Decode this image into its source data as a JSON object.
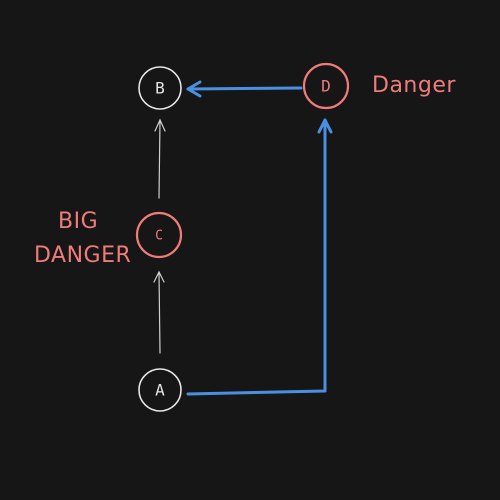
{
  "colors": {
    "background": "#161616",
    "neutral": "#e6e6e6",
    "danger": "#f07b7b",
    "flow": "#4a90e2"
  },
  "nodes": {
    "a": {
      "label": "A",
      "status": "neutral"
    },
    "b": {
      "label": "B",
      "status": "neutral"
    },
    "c": {
      "label": "C",
      "status": "danger"
    },
    "d": {
      "label": "D",
      "status": "danger"
    }
  },
  "annotations": {
    "big_danger_line1": "BIG",
    "big_danger_line2": "DANGER",
    "danger": "Danger"
  },
  "edges": [
    {
      "from": "A",
      "to": "C",
      "style": "thin",
      "color": "neutral"
    },
    {
      "from": "C",
      "to": "B",
      "style": "thin",
      "color": "neutral"
    },
    {
      "from": "A",
      "to": "D",
      "style": "thick",
      "color": "flow"
    },
    {
      "from": "D",
      "to": "B",
      "style": "thick",
      "color": "flow"
    }
  ]
}
